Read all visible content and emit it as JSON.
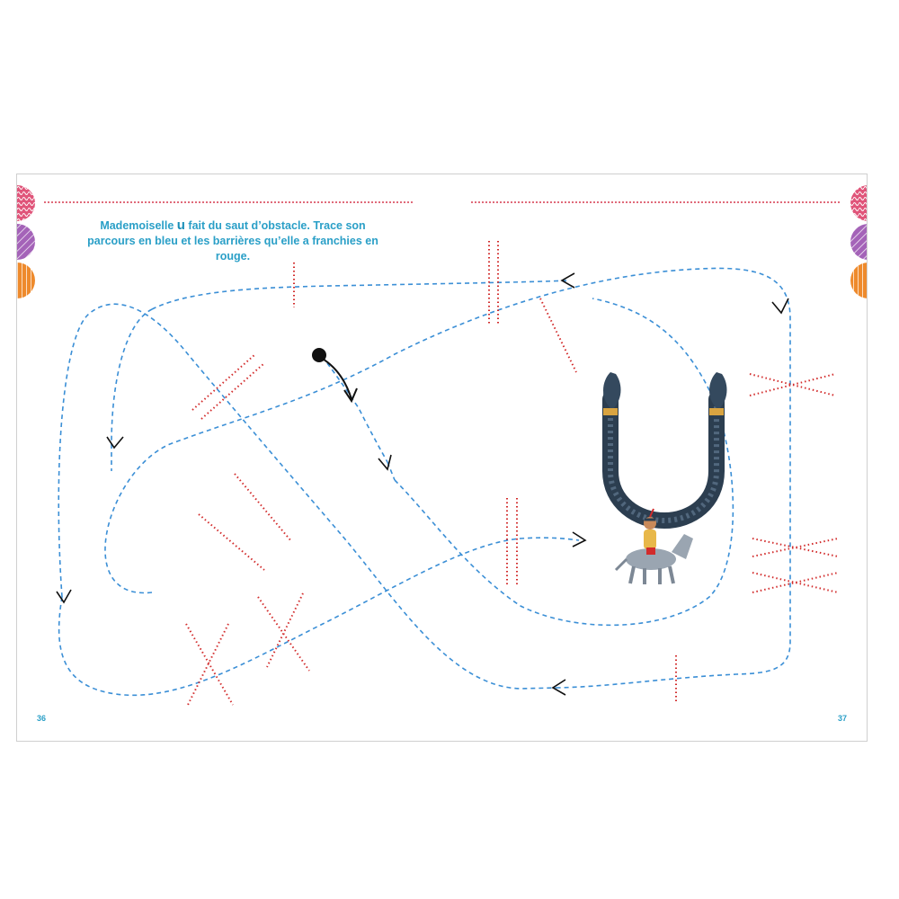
{
  "instruction": {
    "before": "Mademoiselle ",
    "letter": "u",
    "after": " fait du saut d’obstacle. Trace son parcours en bleu et les barrières qu’elle a franchies en rouge."
  },
  "page_left": "36",
  "page_right": "37",
  "colors": {
    "path": "#3b8fd6",
    "fence": "#d22b2b",
    "accent_text": "#2a9fc7",
    "tab_pink": "#e0557a",
    "tab_purple": "#a463b8",
    "tab_orange": "#ee8a2c",
    "letter_u": "#2c3e50"
  },
  "icons": [
    "start-dot-icon",
    "arrow-head-icon",
    "letter-u-illustration",
    "rider-on-donkey-illustration"
  ]
}
